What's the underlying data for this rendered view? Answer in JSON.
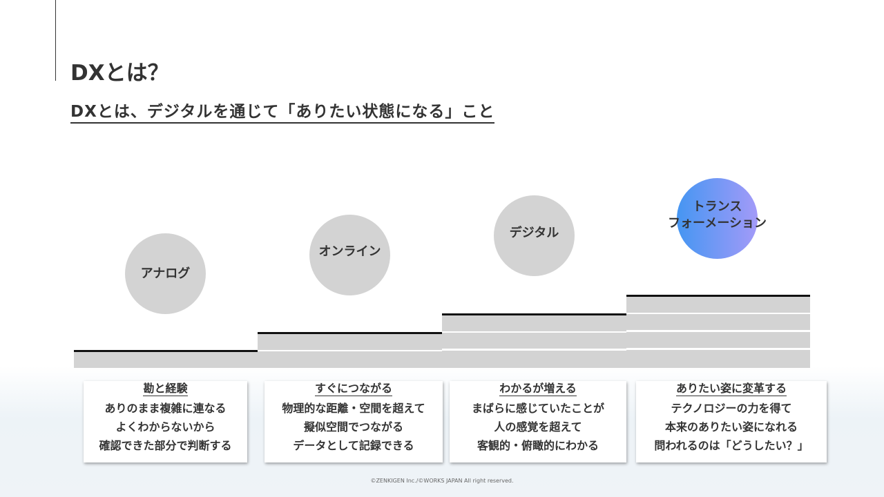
{
  "title": "DXとは？",
  "subtitle": "DXとは、デジタルを通じて「ありたい状態になる」こと",
  "stages": [
    {
      "circle": "アナログ",
      "heading": "勘と経験",
      "lines": [
        "ありのまま複雑に連なる",
        "よくわからないから",
        "確認できた部分で判断する"
      ]
    },
    {
      "circle": "オンライン",
      "heading": "すぐにつながる",
      "lines": [
        "物理的な距離・空間を超えて",
        "擬似空間でつながる",
        "データとして記録できる"
      ]
    },
    {
      "circle": "デジタル",
      "heading": "わかるが増える",
      "lines": [
        "まばらに感じていたことが",
        "人の感覚を超えて",
        "客観的・俯瞰的にわかる"
      ]
    },
    {
      "circle_line1": "トランス",
      "circle_line2": "フォーメーション",
      "heading": "ありたい姿に変革する",
      "lines": [
        "テクノロジーの力を得て",
        "本来のありたい姿になれる",
        "問われるのは「どうしたい？」"
      ]
    }
  ],
  "footer": "©ZENKIGEN Inc./©WORKS JAPAN All right reserved.",
  "colors": {
    "gray": "#d3d3d3",
    "gradient_start": "#4596f2",
    "gradient_end": "#a39af8"
  }
}
